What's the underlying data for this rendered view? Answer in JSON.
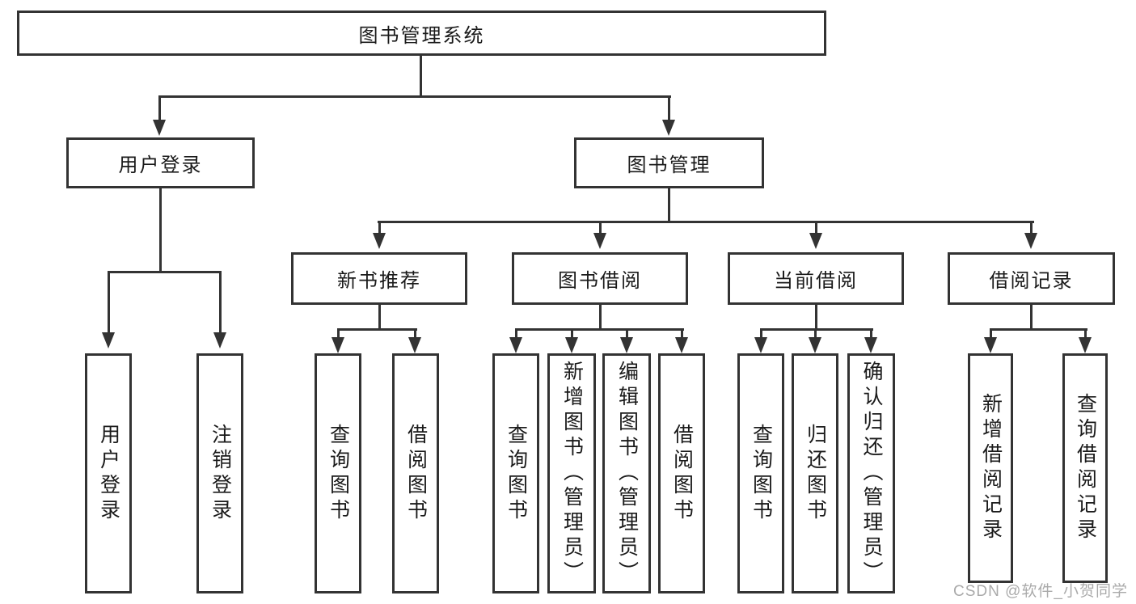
{
  "colors": {
    "line": "#333333",
    "box_border": "#333333",
    "text": "#1a1a1a",
    "background": "#ffffff",
    "watermark": "#aaaaaa"
  },
  "watermark": {
    "text": "CSDN @软件_小贺同学"
  },
  "tree": {
    "root": {
      "label": "图书管理系统"
    },
    "branches": [
      {
        "label": "用户登录",
        "children": [
          {
            "label": "用户登录"
          },
          {
            "label": "注销登录"
          }
        ]
      },
      {
        "label": "图书管理",
        "children": [
          {
            "label": "新书推荐",
            "children": [
              {
                "label": "查询图书"
              },
              {
                "label": "借阅图书"
              }
            ]
          },
          {
            "label": "图书借阅",
            "children": [
              {
                "label": "查询图书"
              },
              {
                "label": "新增图书（管理员）"
              },
              {
                "label": "编辑图书（管理员）"
              },
              {
                "label": "借阅图书"
              }
            ]
          },
          {
            "label": "当前借阅",
            "children": [
              {
                "label": "查询图书"
              },
              {
                "label": "归还图书"
              },
              {
                "label": "确认归还（管理员）"
              }
            ]
          },
          {
            "label": "借阅记录",
            "children": [
              {
                "label": "新增借阅记录"
              },
              {
                "label": "查询借阅记录"
              }
            ]
          }
        ]
      }
    ]
  }
}
